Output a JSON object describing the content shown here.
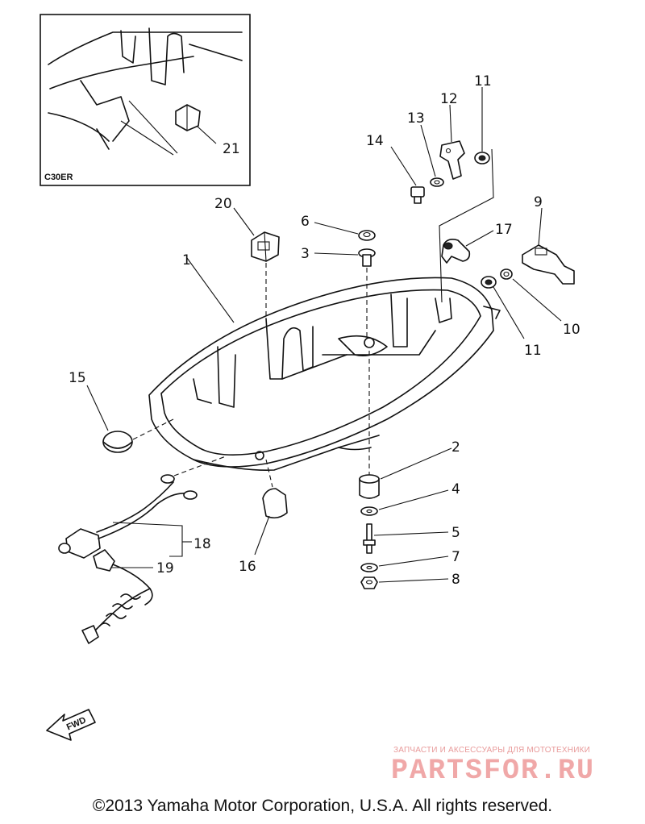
{
  "diagram": {
    "inset_label": "C30ER",
    "direction_label": "FWD",
    "callouts": {
      "p1": "1",
      "p2": "2",
      "p3": "3",
      "p4": "4",
      "p5": "5",
      "p6": "6",
      "p7": "7",
      "p8": "8",
      "p9": "9",
      "p10": "10",
      "p11a": "11",
      "p11b": "11",
      "p12": "12",
      "p13": "13",
      "p14": "14",
      "p15": "15",
      "p16": "16",
      "p17": "17",
      "p18": "18",
      "p19": "19",
      "p20": "20",
      "p21": "21"
    }
  },
  "watermark": {
    "tagline": "ЗАПЧАСТИ И АКСЕССУАРЫ ДЛЯ МОТОТЕХНИКИ",
    "logo": "PARTSFOR.RU"
  },
  "footer": {
    "copyright": "©2013 Yamaha Motor Corporation, U.S.A. All rights reserved."
  }
}
